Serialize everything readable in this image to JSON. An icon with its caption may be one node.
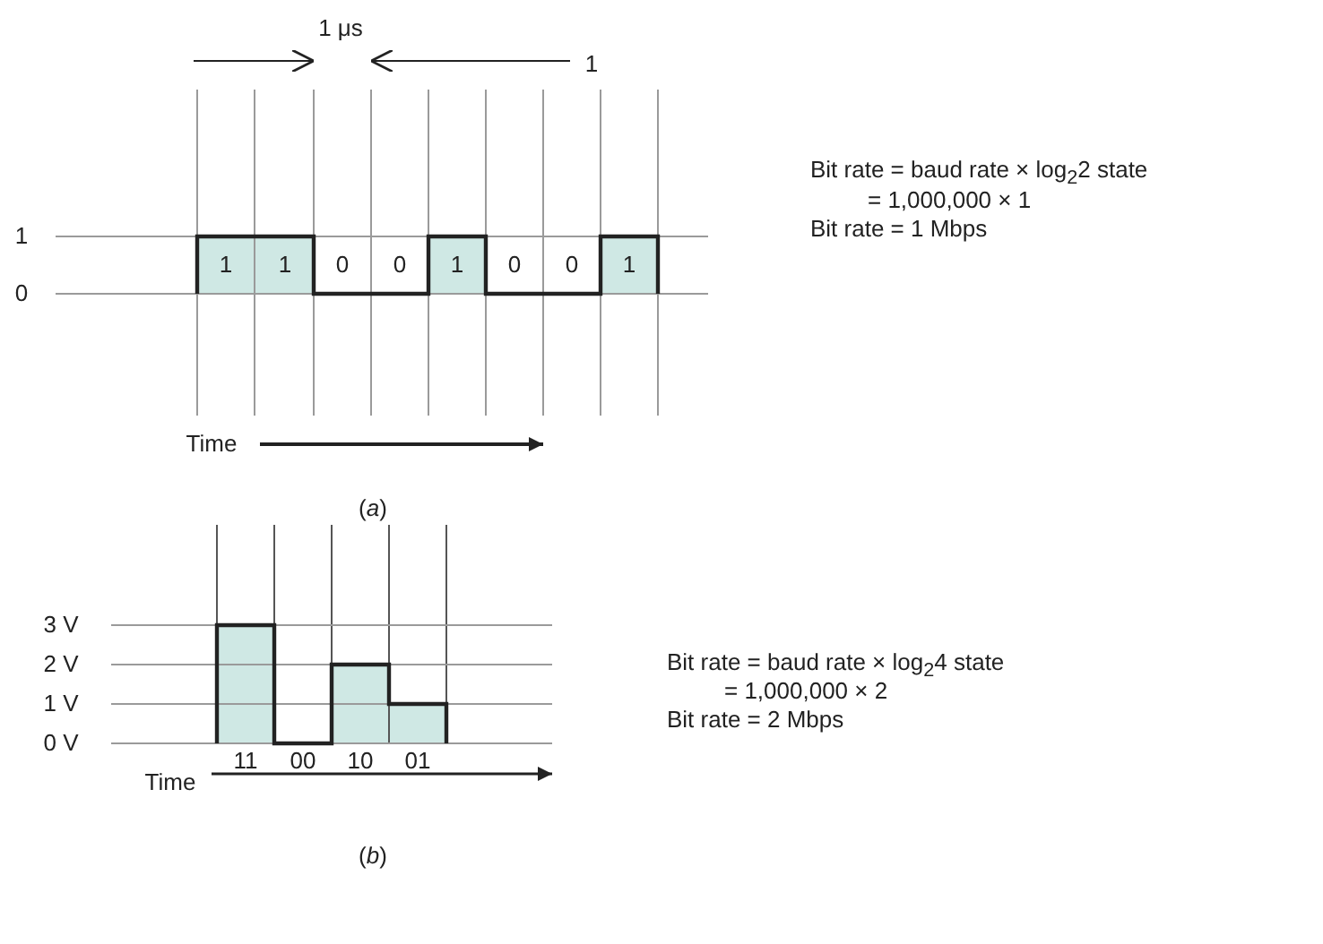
{
  "diagram": {
    "labels": [
      "1 μs",
      "1",
      "1",
      "1",
      "1",
      "0",
      "0",
      "1",
      "0",
      "0",
      "1",
      "0",
      "Bit rate = baud rate × log$_{2}$2 state",
      "= 1,000,000 × 1",
      "Bit rate = 1 Mbps",
      "Time",
      "(*a*)",
      "3 V",
      "2 V",
      "Bit rate = baud rate × log$_{2}$4 state",
      "= 1,000,000 × 2",
      "1 V",
      "Bit rate = 2 Mbps",
      "0 V",
      "11",
      "00",
      "10",
      "01",
      "Time",
      "(*b*)"
    ]
  }
}
